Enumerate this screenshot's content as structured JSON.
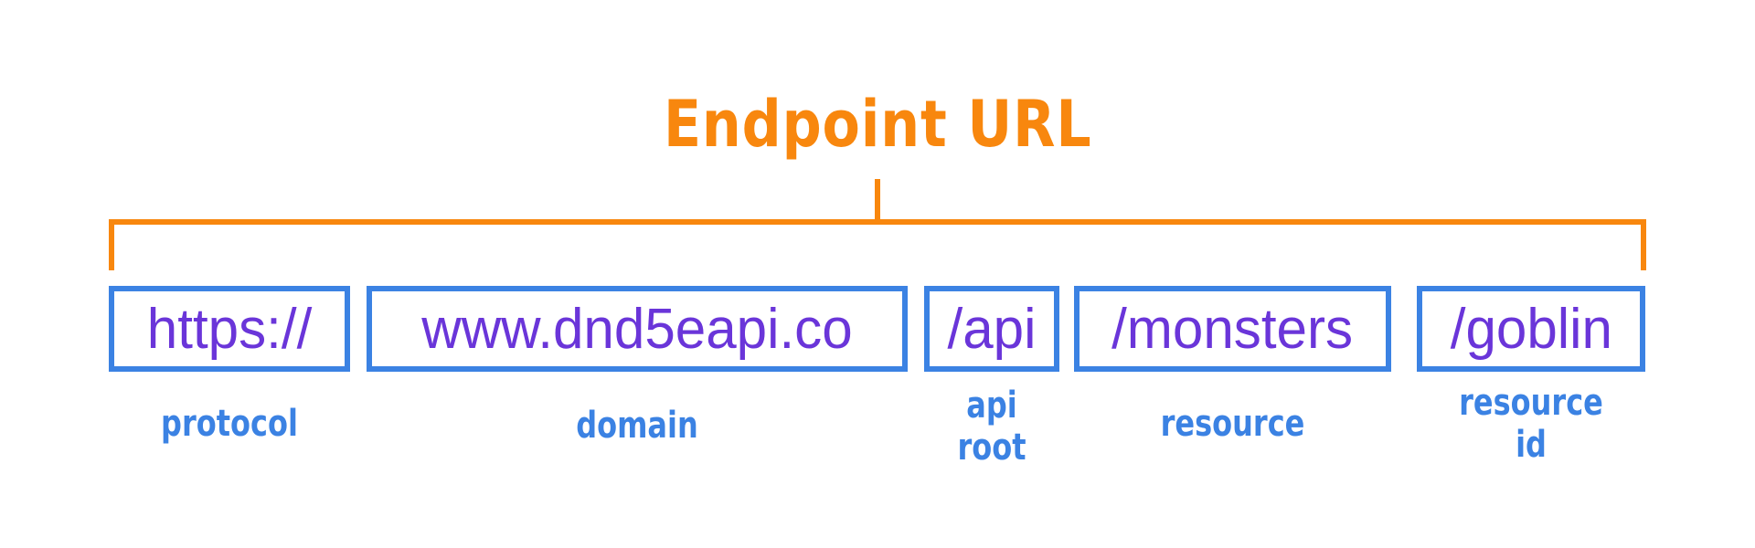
{
  "title": "Endpoint URL",
  "colors": {
    "title": "#f8870e",
    "bracket": "#f8870e",
    "box_border": "#3b82e3",
    "segment_text": "#6a35d9",
    "label": "#3b82e3"
  },
  "segments": [
    {
      "text": "https://",
      "label_lines": [
        "protocol"
      ]
    },
    {
      "text": "www.dnd5eapi.co",
      "label_lines": [
        "domain"
      ]
    },
    {
      "text": "/api",
      "label_lines": [
        "api",
        "root"
      ]
    },
    {
      "text": "/monsters",
      "label_lines": [
        "resource"
      ]
    },
    {
      "text": "/goblin",
      "label_lines": [
        "resource",
        "id"
      ]
    }
  ]
}
